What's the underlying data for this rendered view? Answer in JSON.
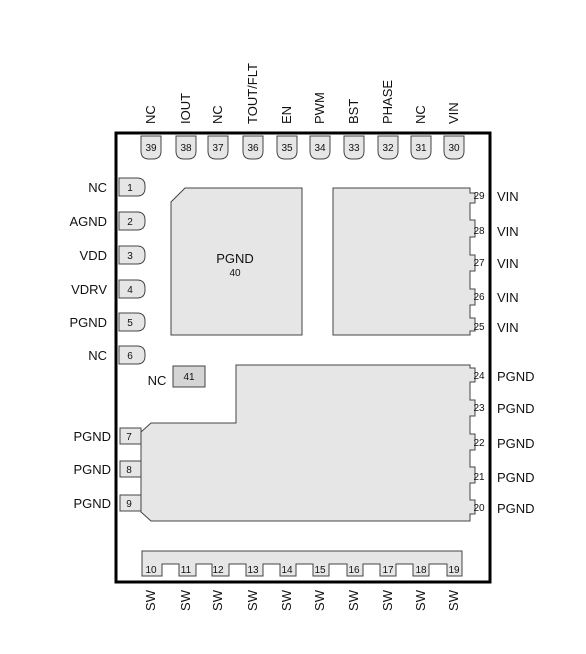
{
  "top_pins": [
    {
      "num": "39",
      "label": "NC"
    },
    {
      "num": "38",
      "label": "IOUT"
    },
    {
      "num": "37",
      "label": "NC"
    },
    {
      "num": "36",
      "label": "TOUT/FLT"
    },
    {
      "num": "35",
      "label": "EN"
    },
    {
      "num": "34",
      "label": "PWM"
    },
    {
      "num": "33",
      "label": "BST"
    },
    {
      "num": "32",
      "label": "PHASE"
    },
    {
      "num": "31",
      "label": "NC"
    },
    {
      "num": "30",
      "label": "VIN"
    }
  ],
  "left_pins": [
    {
      "num": "1",
      "label": "NC"
    },
    {
      "num": "2",
      "label": "AGND"
    },
    {
      "num": "3",
      "label": "VDD"
    },
    {
      "num": "4",
      "label": "VDRV"
    },
    {
      "num": "5",
      "label": "PGND"
    },
    {
      "num": "6",
      "label": "NC"
    },
    {
      "num": "7",
      "label": "PGND"
    },
    {
      "num": "8",
      "label": "PGND"
    },
    {
      "num": "9",
      "label": "PGND"
    }
  ],
  "right_pins": [
    {
      "num": "29",
      "label": "VIN"
    },
    {
      "num": "28",
      "label": "VIN"
    },
    {
      "num": "27",
      "label": "VIN"
    },
    {
      "num": "26",
      "label": "VIN"
    },
    {
      "num": "25",
      "label": "VIN"
    },
    {
      "num": "24",
      "label": "PGND"
    },
    {
      "num": "23",
      "label": "PGND"
    },
    {
      "num": "22",
      "label": "PGND"
    },
    {
      "num": "21",
      "label": "PGND"
    },
    {
      "num": "20",
      "label": "PGND"
    }
  ],
  "bottom_pins": [
    {
      "num": "10",
      "label": "SW"
    },
    {
      "num": "11",
      "label": "SW"
    },
    {
      "num": "12",
      "label": "SW"
    },
    {
      "num": "13",
      "label": "SW"
    },
    {
      "num": "14",
      "label": "SW"
    },
    {
      "num": "15",
      "label": "SW"
    },
    {
      "num": "16",
      "label": "SW"
    },
    {
      "num": "17",
      "label": "SW"
    },
    {
      "num": "18",
      "label": "SW"
    },
    {
      "num": "19",
      "label": "SW"
    }
  ],
  "pads": {
    "pgnd_label": "PGND",
    "pgnd_num": "40",
    "nc_label": "NC",
    "nc_num": "41"
  },
  "colors": {
    "pad_fill": "#e6e6e6",
    "outline": "#000000",
    "pad_stroke": "#444444"
  }
}
